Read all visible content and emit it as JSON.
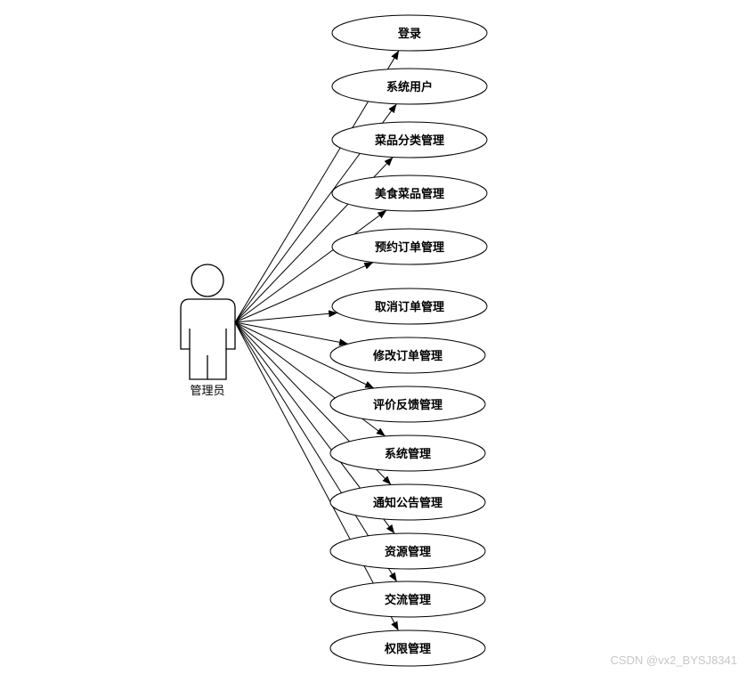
{
  "actor": {
    "name": "管理员"
  },
  "use_cases": [
    {
      "label": "登录"
    },
    {
      "label": "系统用户"
    },
    {
      "label": "菜品分类管理"
    },
    {
      "label": "美食菜品管理"
    },
    {
      "label": "预约订单管理"
    },
    {
      "label": "取消订单管理"
    },
    {
      "label": "修改订单管理"
    },
    {
      "label": "评价反馈管理"
    },
    {
      "label": "系统管理"
    },
    {
      "label": "通知公告管理"
    },
    {
      "label": "资源管理"
    },
    {
      "label": "交流管理"
    },
    {
      "label": "权限管理"
    }
  ],
  "watermark": "CSDN @vx2_BYSJ8341"
}
